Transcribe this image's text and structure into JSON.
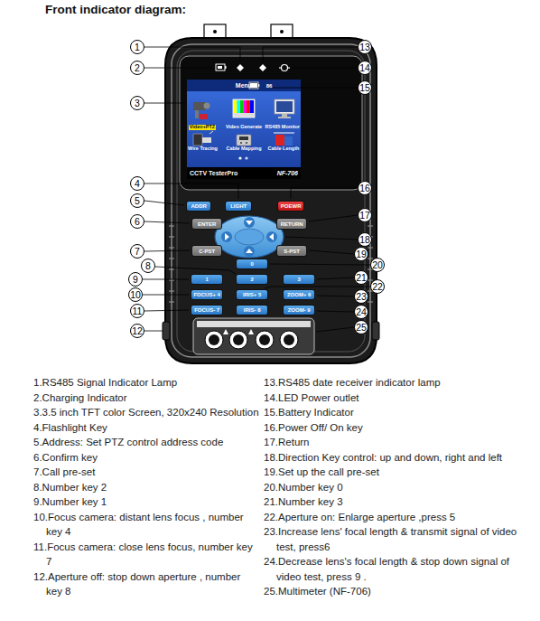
{
  "diagram": {
    "title": "Front indicator diagram:",
    "nodes": [
      {
        "text": [
          "Menu",
          "86",
          "Video+PTZ",
          "Video Generate",
          "RS485 Monitor",
          "Wire Tracing",
          "Cable Mapping",
          "Cable Length",
          "CCTV TesterPro",
          "NF-706"
        ]
      },
      {
        "text": [
          "ADDR"
        ]
      },
      {
        "text": [
          "LIGHT"
        ]
      },
      {
        "text": [
          "POEWR"
        ]
      },
      {
        "text": [
          "ENTER"
        ]
      },
      {
        "text": [
          "RETURN"
        ]
      },
      {
        "text": [
          "C-PST"
        ]
      },
      {
        "text": [
          "S-PST"
        ]
      },
      {
        "text": [
          "0"
        ]
      },
      {
        "text": [
          "1"
        ]
      },
      {
        "text": [
          "2"
        ]
      },
      {
        "text": [
          "3"
        ]
      },
      {
        "text": [
          "FOCUS+ 4"
        ]
      },
      {
        "text": [
          "IRIS+ 5"
        ]
      },
      {
        "text": [
          "ZOOM+ 6"
        ]
      },
      {
        "text": [
          "FOCUS- 7"
        ]
      },
      {
        "text": [
          "IRIS- 8"
        ]
      },
      {
        "text": [
          "ZOOM- 9"
        ]
      }
    ],
    "labels": [
      "1",
      "2",
      "3",
      "4",
      "5",
      "6",
      "7",
      "8",
      "9",
      "10",
      "11",
      "12",
      "13",
      "14",
      "15",
      "16",
      "17",
      "18",
      "19",
      "20",
      "21",
      "22",
      "23",
      "24",
      "25",
      "1.RS485 Signal Indicator Lamp",
      "2.Charging Indicator",
      "3.3.5 inch TFT color Screen, 320x240 Resolution",
      "4.Flashlight Key",
      "5.Address: Set PTZ control address code",
      "6.Confirm key",
      "7.Call pre-set",
      "8.Number key 2",
      "9.Number key 1",
      "10.Focus camera: distant lens focus , number key 4",
      "11.Focus camera: close lens focus, number key 7",
      "12.Aperture off: stop down aperture , number key 8",
      "13.RS485 date receiver indicator lamp",
      "14.LED Power outlet",
      "15.Battery Indicator",
      "16.Power Off/ On key",
      "17.Return",
      "18.Direction Key control: up and down, right and left",
      "19.Set up the call pre-set",
      "20.Number key 0",
      "21.Number key 3",
      "22.Aperture on: Enlarge aperture ,press 5",
      "23.Increase lens' focal length & transmit signal of video test, press6",
      "24.Decrease lens's focal length & stop down signal of video test, press 9 .",
      "25.Multimeter (NF-706)"
    ]
  }
}
